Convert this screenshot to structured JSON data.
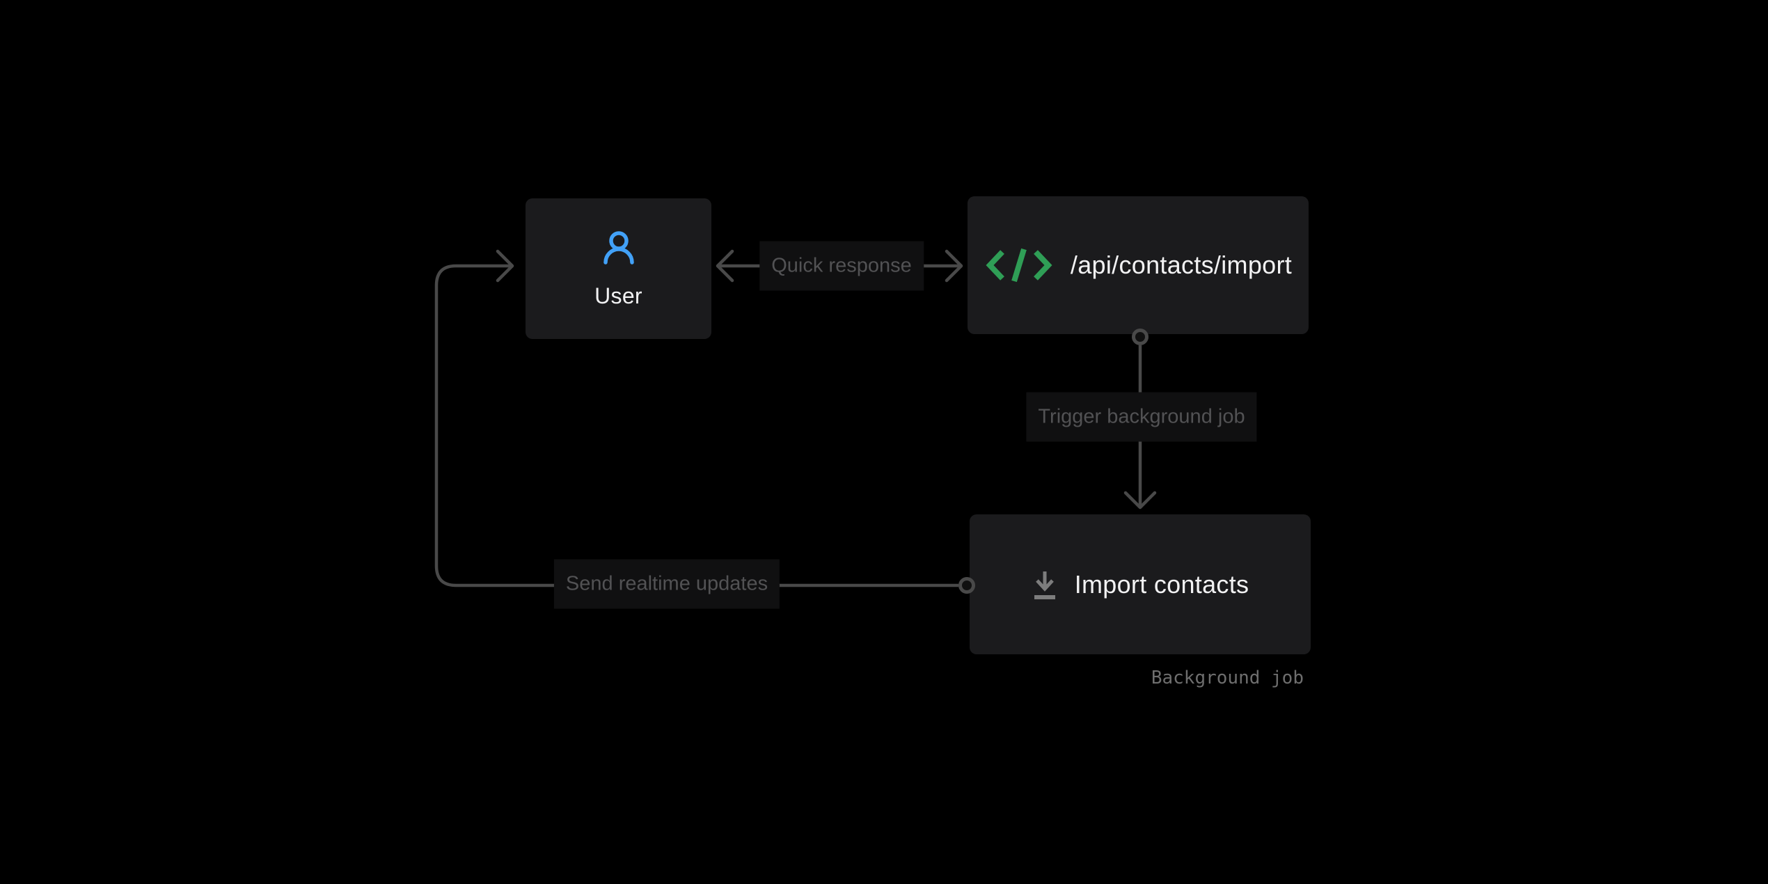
{
  "diagram": {
    "nodes": {
      "user": {
        "label": "User",
        "icon": "user-icon"
      },
      "api": {
        "label": "/api/contacts/import",
        "icon": "code-icon"
      },
      "import_job": {
        "label": "Import contacts",
        "icon": "download-icon",
        "caption": "Background job"
      }
    },
    "edges": {
      "quick_response": {
        "label": "Quick response",
        "from": "api",
        "to": "user",
        "bidirectional": true
      },
      "trigger_job": {
        "label": "Trigger background job",
        "from": "api",
        "to": "import_job",
        "bidirectional": false
      },
      "realtime_updates": {
        "label": "Send realtime updates",
        "from": "import_job",
        "to": "user",
        "bidirectional": false
      }
    },
    "colors": {
      "background": "#000000",
      "node_fill": "#1b1b1d",
      "chip_fill": "#101011",
      "edge_stroke": "#494949",
      "chip_text": "#525254",
      "caption_text": "#6e6e6e",
      "node_text": "#f2f2f3",
      "user_icon": "#42a1f7",
      "code_icon": "#2f9e56",
      "download_icon": "#7d7d7d"
    }
  }
}
